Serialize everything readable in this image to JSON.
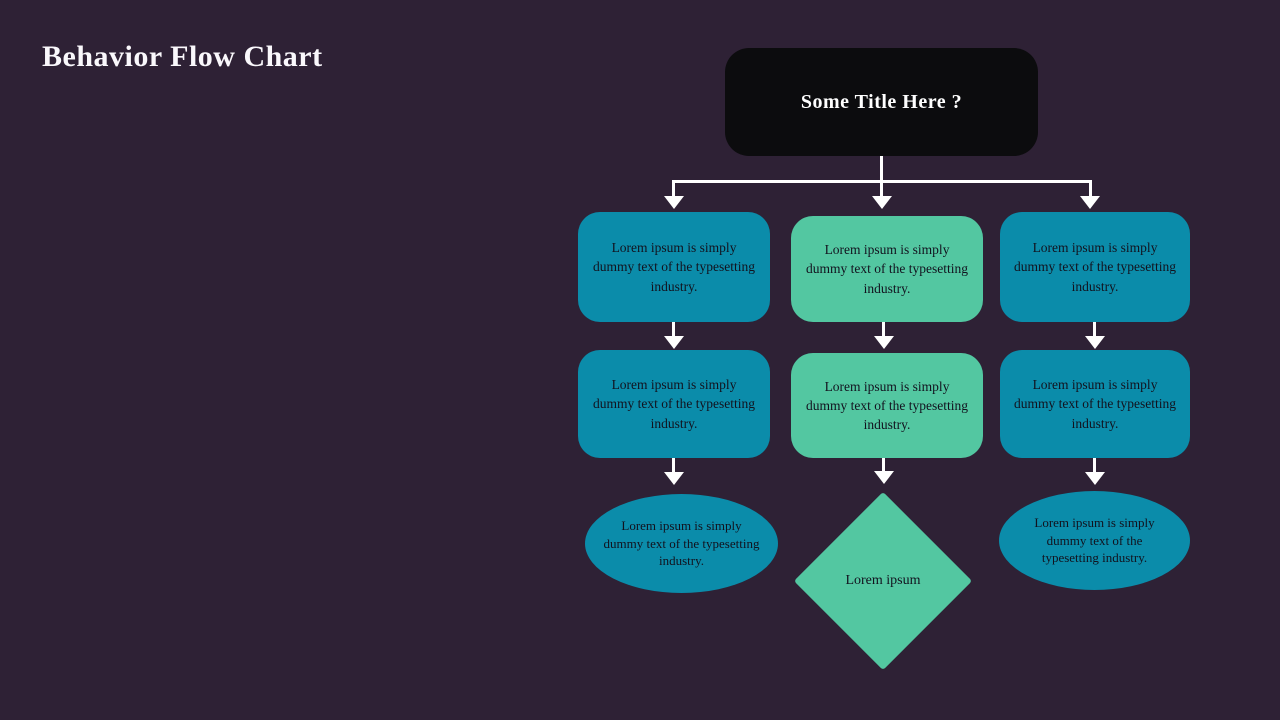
{
  "page": {
    "title": "Behavior Flow Chart"
  },
  "colors": {
    "background": "#2E2135",
    "root_node": "#0C0C0E",
    "teal_node": "#0B8CAA",
    "green_node": "#53C7A1",
    "connector": "#FFFFFF",
    "node_text": "#12121E",
    "title_text": "#FAF8FC"
  },
  "flowchart": {
    "root_label": "Some Title Here ?",
    "columns": [
      {
        "steps": [
          {
            "shape": "rounded-rect",
            "fill": "#0B8CAA",
            "text": "Lorem ipsum is simply dummy text of the typesetting industry."
          },
          {
            "shape": "rounded-rect",
            "fill": "#0B8CAA",
            "text": "Lorem ipsum is simply dummy text of the typesetting industry."
          },
          {
            "shape": "ellipse",
            "fill": "#0B8CAA",
            "text": "Lorem ipsum is simply dummy text of the typesetting industry."
          }
        ]
      },
      {
        "steps": [
          {
            "shape": "rounded-rect",
            "fill": "#53C7A1",
            "text": "Lorem ipsum is simply dummy text of the typesetting industry."
          },
          {
            "shape": "rounded-rect",
            "fill": "#53C7A1",
            "text": "Lorem ipsum is simply dummy text of the typesetting industry."
          },
          {
            "shape": "diamond",
            "fill": "#53C7A1",
            "text": "Lorem ipsum"
          }
        ]
      },
      {
        "steps": [
          {
            "shape": "rounded-rect",
            "fill": "#0B8CAA",
            "text": "Lorem ipsum is simply dummy text of the typesetting industry."
          },
          {
            "shape": "rounded-rect",
            "fill": "#0B8CAA",
            "text": "Lorem ipsum is simply dummy text of the typesetting industry."
          },
          {
            "shape": "ellipse",
            "fill": "#0B8CAA",
            "text": "Lorem ipsum is simply dummy text of the typesetting industry."
          }
        ]
      }
    ]
  }
}
